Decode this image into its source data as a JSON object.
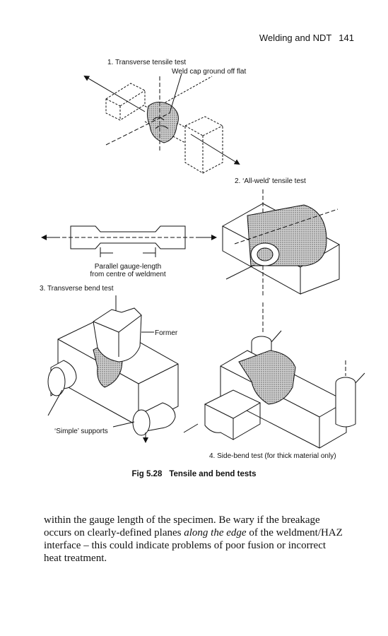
{
  "header": {
    "running_title": "Welding and NDT",
    "page_number": "141"
  },
  "figure": {
    "labels": {
      "transverse_tensile": "1. Transverse tensile test",
      "weld_cap": "Weld cap ground off flat",
      "all_weld": "2. ‘All-weld’ tensile test",
      "parallel_gauge": "Parallel gauge-length",
      "from_centre": "from centre of weldment",
      "transverse_bend": "3. Transverse bend test",
      "former": "Former",
      "simple_supports": "‘Simple’ supports",
      "side_bend": "4. Side-bend test (for thick material only)"
    },
    "caption_number": "Fig 5.28",
    "caption_title": "Tensile and bend tests"
  },
  "body": {
    "line1": "within the gauge length of the specimen. Be wary if the breakage",
    "line2_a": "occurs on clearly-defined planes ",
    "line2_b": "along the edge",
    "line2_c": " of the weldment/HAZ",
    "line3": "interface – this could indicate problems of poor fusion or incorrect",
    "line4": "heat treatment."
  }
}
